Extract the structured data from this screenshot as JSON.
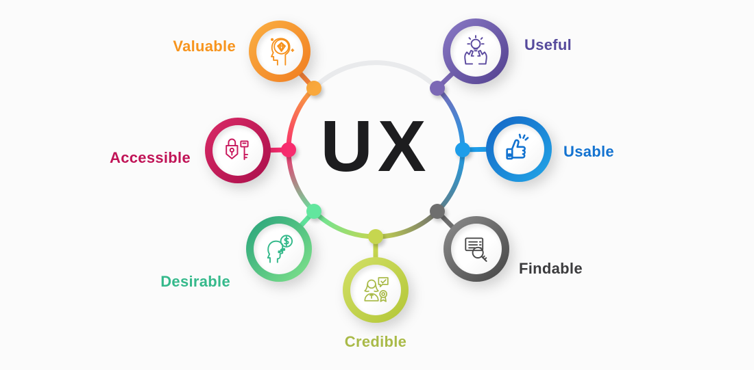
{
  "diagram": {
    "center_label": "UX",
    "center_color": "#1d1d1f",
    "background": "#fbfbfb",
    "ring": {
      "top_color": "#e9eaec"
    },
    "items": [
      {
        "label": "Valuable",
        "label_color": "#f7941d",
        "ring_from": "#fbb043",
        "ring_to": "#f07c20",
        "dot": "#f9a83c",
        "connector": "#f5823a",
        "icon": "head-diamond-icon",
        "icon_color": "#f6921e"
      },
      {
        "label": "Useful",
        "label_color": "#564a9c",
        "ring_from": "#8a7ac6",
        "ring_to": "#52408e",
        "dot": "#7b68b5",
        "connector": "#7b68b5",
        "icon": "hands-lightbulb-icon",
        "icon_color": "#5b4a9f"
      },
      {
        "label": "Accessible",
        "label_color": "#c01356",
        "ring_from": "#d92a66",
        "ring_to": "#aa0f4b",
        "dot": "#f72c6e",
        "connector": "#f72c6e",
        "icon": "padlock-key-icon",
        "icon_color": "#c8175c"
      },
      {
        "label": "Usable",
        "label_color": "#1272d0",
        "ring_from": "#1464c4",
        "ring_to": "#22a7e8",
        "dot": "#1e9de9",
        "connector": "#1e9de9",
        "icon": "thumbs-up-icon",
        "icon_color": "#1272d0"
      },
      {
        "label": "Desirable",
        "label_color": "#35b98b",
        "ring_from": "#26a17b",
        "ring_to": "#82e48b",
        "dot": "#62e69e",
        "connector": "#62e69e",
        "icon": "head-coin-icon",
        "icon_color": "#35b98b"
      },
      {
        "label": "Findable",
        "label_color": "#3b3b3d",
        "ring_from": "#8d8d8d",
        "ring_to": "#454545",
        "dot": "#6e6e6e",
        "connector": "#6e6e6e",
        "icon": "magnifier-document-icon",
        "icon_color": "#4a4a4a"
      },
      {
        "label": "Credible",
        "label_color": "#a9ba48",
        "ring_from": "#d2e067",
        "ring_to": "#b3c636",
        "dot": "#c6d64f",
        "connector": "#c6d64f",
        "icon": "person-award-icon",
        "icon_color": "#a9ba48"
      }
    ],
    "arcs": {
      "purple_blue": [
        "#7b68b5",
        "#1e9de9"
      ],
      "blue_gray": [
        "#1e9de9",
        "#617d85"
      ],
      "gray_yellow": [
        "#6e6e6e",
        "#c6d64f"
      ],
      "yellow_green": [
        "#c6d64f",
        "#62e69e"
      ],
      "green_pink": [
        "#62e69e",
        "#f72c6e"
      ],
      "pink_orange": [
        "#f72c6e",
        "#f9a83c"
      ]
    }
  }
}
